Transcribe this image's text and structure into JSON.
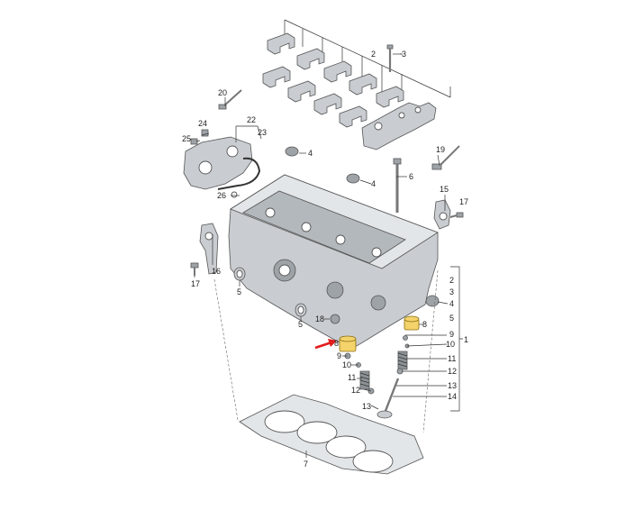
{
  "callouts": {
    "c1": "1",
    "c2": "2",
    "c2b": "2",
    "c3": "3",
    "c3b": "3",
    "c4a": "4",
    "c4b": "4",
    "c4c": "4",
    "c5a": "5",
    "c5b": "5",
    "c5c": "5",
    "c6": "6",
    "c7": "7",
    "c8a": "8",
    "c8b": "8",
    "c9a": "9",
    "c9b": "9",
    "c10a": "10",
    "c10b": "10",
    "c11a": "11",
    "c11b": "11",
    "c12a": "12",
    "c12b": "12",
    "c13a": "13",
    "c13b": "13",
    "c14": "14",
    "c15": "15",
    "c16": "16",
    "c17a": "17",
    "c17b": "17",
    "c18": "18",
    "c19": "19",
    "c20": "20",
    "c22": "22",
    "c23": "23",
    "c24": "24",
    "c25": "25",
    "c26": "26"
  },
  "colors": {
    "highlight": "#f3d36a",
    "arrow": "#e21b1b",
    "metal": "#c9cdd1"
  }
}
